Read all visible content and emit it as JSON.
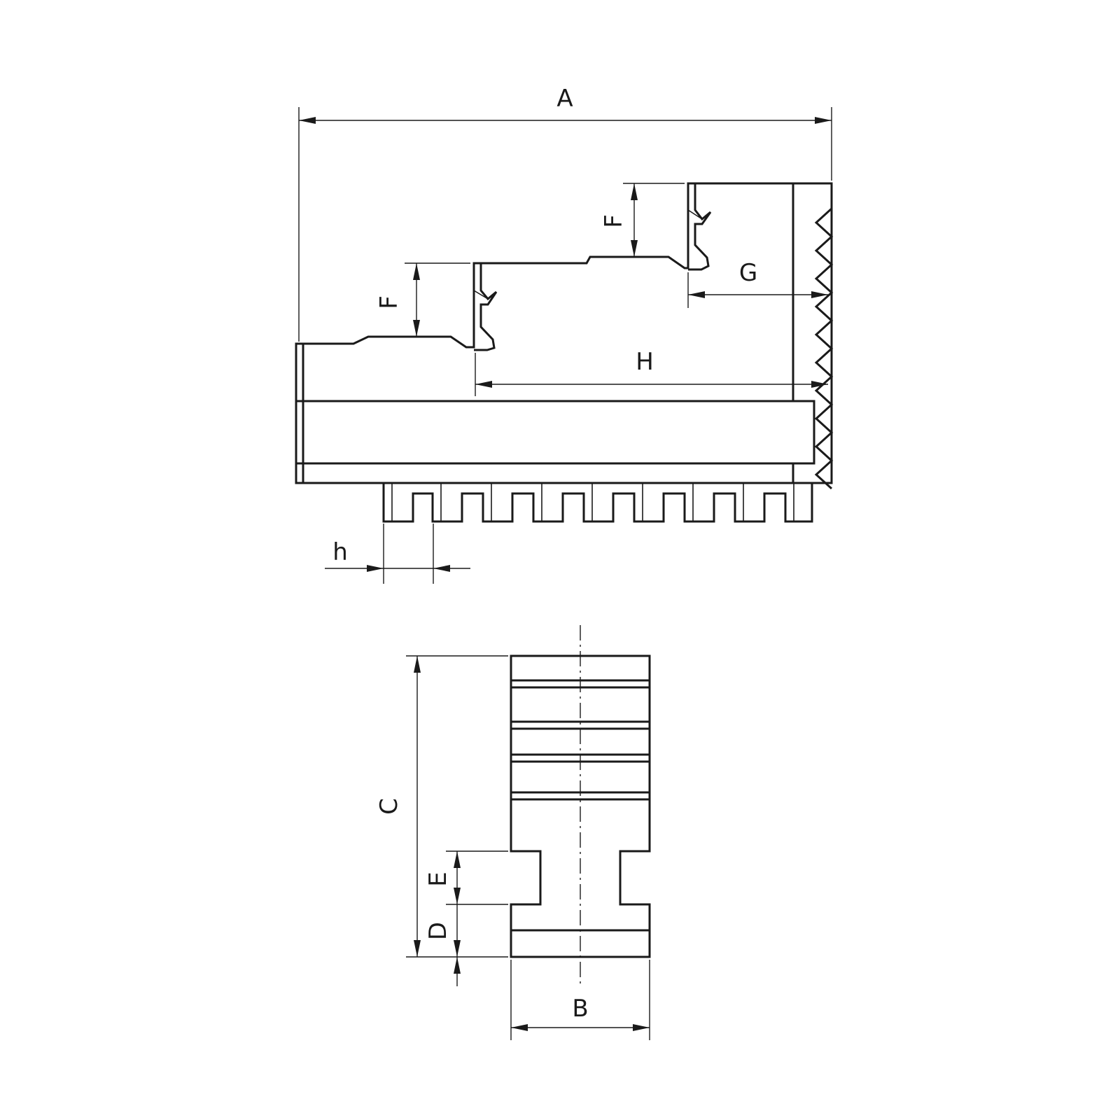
{
  "labels": {
    "A": "A",
    "F_upper": "F",
    "F_lower": "F",
    "G": "G",
    "H": "H",
    "h": "h",
    "C": "C",
    "E": "E",
    "D": "D",
    "B": "B"
  }
}
